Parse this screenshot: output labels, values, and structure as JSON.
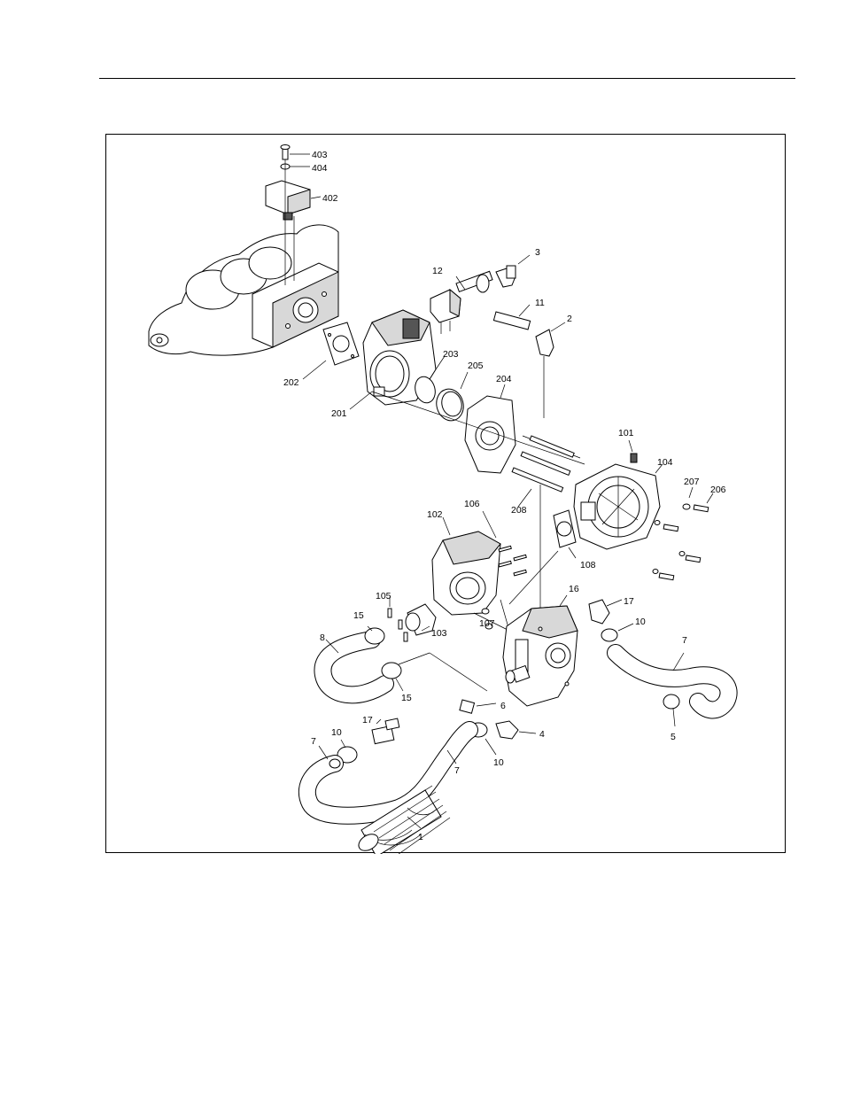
{
  "callouts": {
    "c403": "403",
    "c404": "404",
    "c402": "402",
    "c3": "3",
    "c12": "12",
    "c11": "11",
    "c2": "2",
    "c203": "203",
    "c205": "205",
    "c204": "204",
    "c202": "202",
    "c201": "201",
    "c101": "101",
    "c104": "104",
    "c207": "207",
    "c206": "206",
    "c208": "208",
    "c106": "106",
    "c102": "102",
    "c108": "108",
    "c105": "105",
    "c16": "16",
    "c17a": "17",
    "c10a": "10",
    "c15a": "15",
    "c107": "107",
    "c103": "103",
    "c8": "8",
    "c7a": "7",
    "c15b": "15",
    "c6": "6",
    "c4": "4",
    "c17b": "17",
    "c7b": "7",
    "c10b": "10",
    "c10c": "10",
    "c7c": "7",
    "c5": "5",
    "c1": "1"
  }
}
